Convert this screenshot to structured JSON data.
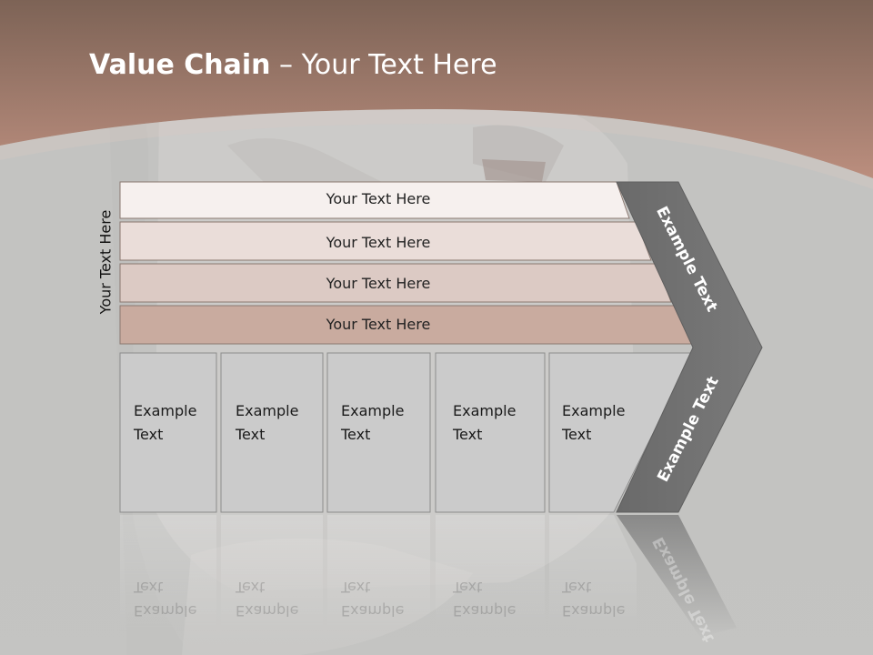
{
  "title": {
    "bold": "Value Chain",
    "rest": " – Your Text Here"
  },
  "side_label": "Your Text Here",
  "rows": [
    {
      "label": "Your Text Here",
      "fill": "#f6f0ee"
    },
    {
      "label": "Your Text Here",
      "fill": "#eaddd9"
    },
    {
      "label": "Your Text Here",
      "fill": "#dccac4"
    },
    {
      "label": "Your Text Here",
      "fill": "#c9ab9f"
    }
  ],
  "boxes": [
    {
      "line1": "Example",
      "line2": "Text"
    },
    {
      "line1": "Example",
      "line2": "Text"
    },
    {
      "line1": "Example",
      "line2": "Text"
    },
    {
      "line1": "Example",
      "line2": "Text"
    },
    {
      "line1": "Example",
      "line2": "Text"
    }
  ],
  "arrow": {
    "upper_label": "Example Text",
    "lower_label": "Example Text"
  },
  "colors": {
    "header_top": "#7d6356",
    "header_bottom": "#b5897a",
    "chevron": "#717171",
    "box_fill": "#cbcbcb"
  }
}
